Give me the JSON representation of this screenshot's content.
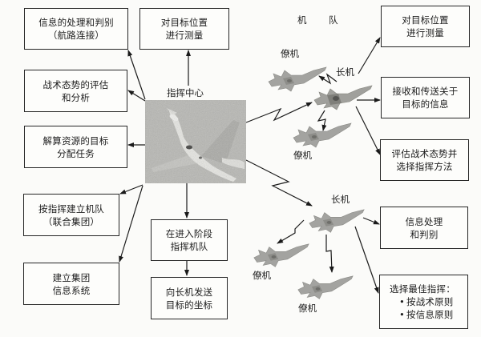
{
  "diagram": {
    "type": "command-and-control flow diagram",
    "command_center": {
      "label": "指挥中心",
      "icon": "awacs-aircraft-photo"
    },
    "command_center_tasks": [
      {
        "id": "info-processing",
        "lines": [
          "信息的处理和判别",
          "（航路连接）"
        ]
      },
      {
        "id": "situation-assessment",
        "lines": [
          "战术态势的评估",
          "和分析"
        ]
      },
      {
        "id": "target-allocation",
        "lines": [
          "解算资源的目标",
          "分配任务"
        ]
      },
      {
        "id": "form-group",
        "lines": [
          "按指挥建立机队",
          "（联合集团）"
        ]
      },
      {
        "id": "group-info-system",
        "lines": [
          "建立集团",
          "信息系统"
        ]
      },
      {
        "id": "measure-target",
        "lines": [
          "对目标位置",
          "进行测量"
        ]
      },
      {
        "id": "guide-entry",
        "lines": [
          "在进入阶段",
          "指挥机队"
        ]
      },
      {
        "id": "send-coordinates",
        "lines": [
          "向长机发送",
          "目标的坐标"
        ]
      }
    ],
    "formation": {
      "title": "机 队",
      "upper_group": {
        "lead_label": "长机",
        "wingman_labels": [
          "僚机",
          "僚机"
        ]
      },
      "lower_group": {
        "lead_label": "长机",
        "wingman_labels": [
          "僚机",
          "僚机"
        ]
      },
      "aircraft_icon": "fighter-jet-icon"
    },
    "lead_tasks_upper": [
      {
        "id": "lead-measure-target",
        "lines": [
          "对目标位置",
          "进行测量"
        ]
      },
      {
        "id": "lead-relay-info",
        "lines": [
          "接收和传送关于",
          "目标的信息"
        ]
      },
      {
        "id": "lead-assess-choose",
        "lines": [
          "评估战术态势并",
          "选择指挥方法"
        ]
      }
    ],
    "lead_tasks_lower": [
      {
        "id": "lead-info-process",
        "lines": [
          "信息处理",
          "和判别"
        ]
      },
      {
        "id": "lead-choose-best",
        "heading": "选择最佳指挥：",
        "bullets": [
          "按战术原则",
          "按信息原则"
        ]
      }
    ],
    "link_symbol": "radio-datalink-zigzag"
  }
}
